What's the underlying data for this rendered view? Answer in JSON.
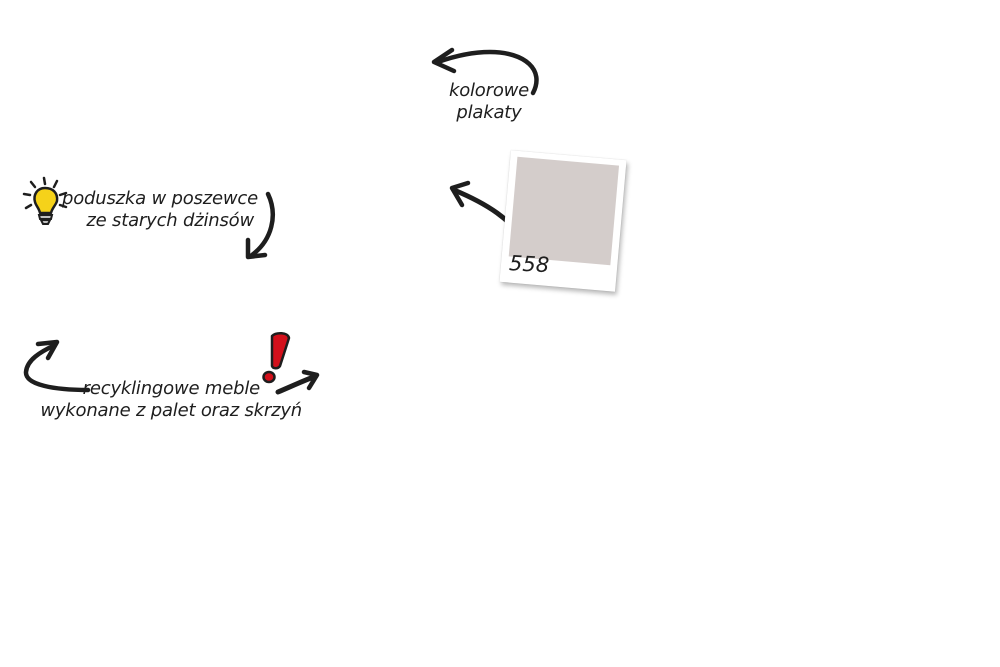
{
  "annotations": {
    "colorful_posters": [
      "kolorowe",
      "plakaty"
    ],
    "pillow": [
      "poduszka w poszewce",
      "ze starych dżinsów"
    ],
    "furniture": [
      "recyklingowe meble",
      "wykonane z palet oraz skrzyń"
    ]
  },
  "swatch": {
    "code": "558",
    "color": "#d4cdcb"
  },
  "colors": {
    "ink": "#1e1e1e",
    "bulb": "#f5d21a",
    "exclamation": "#d3101b"
  },
  "icons": {
    "idea": "lightbulb-icon",
    "alert": "exclamation-icon"
  }
}
